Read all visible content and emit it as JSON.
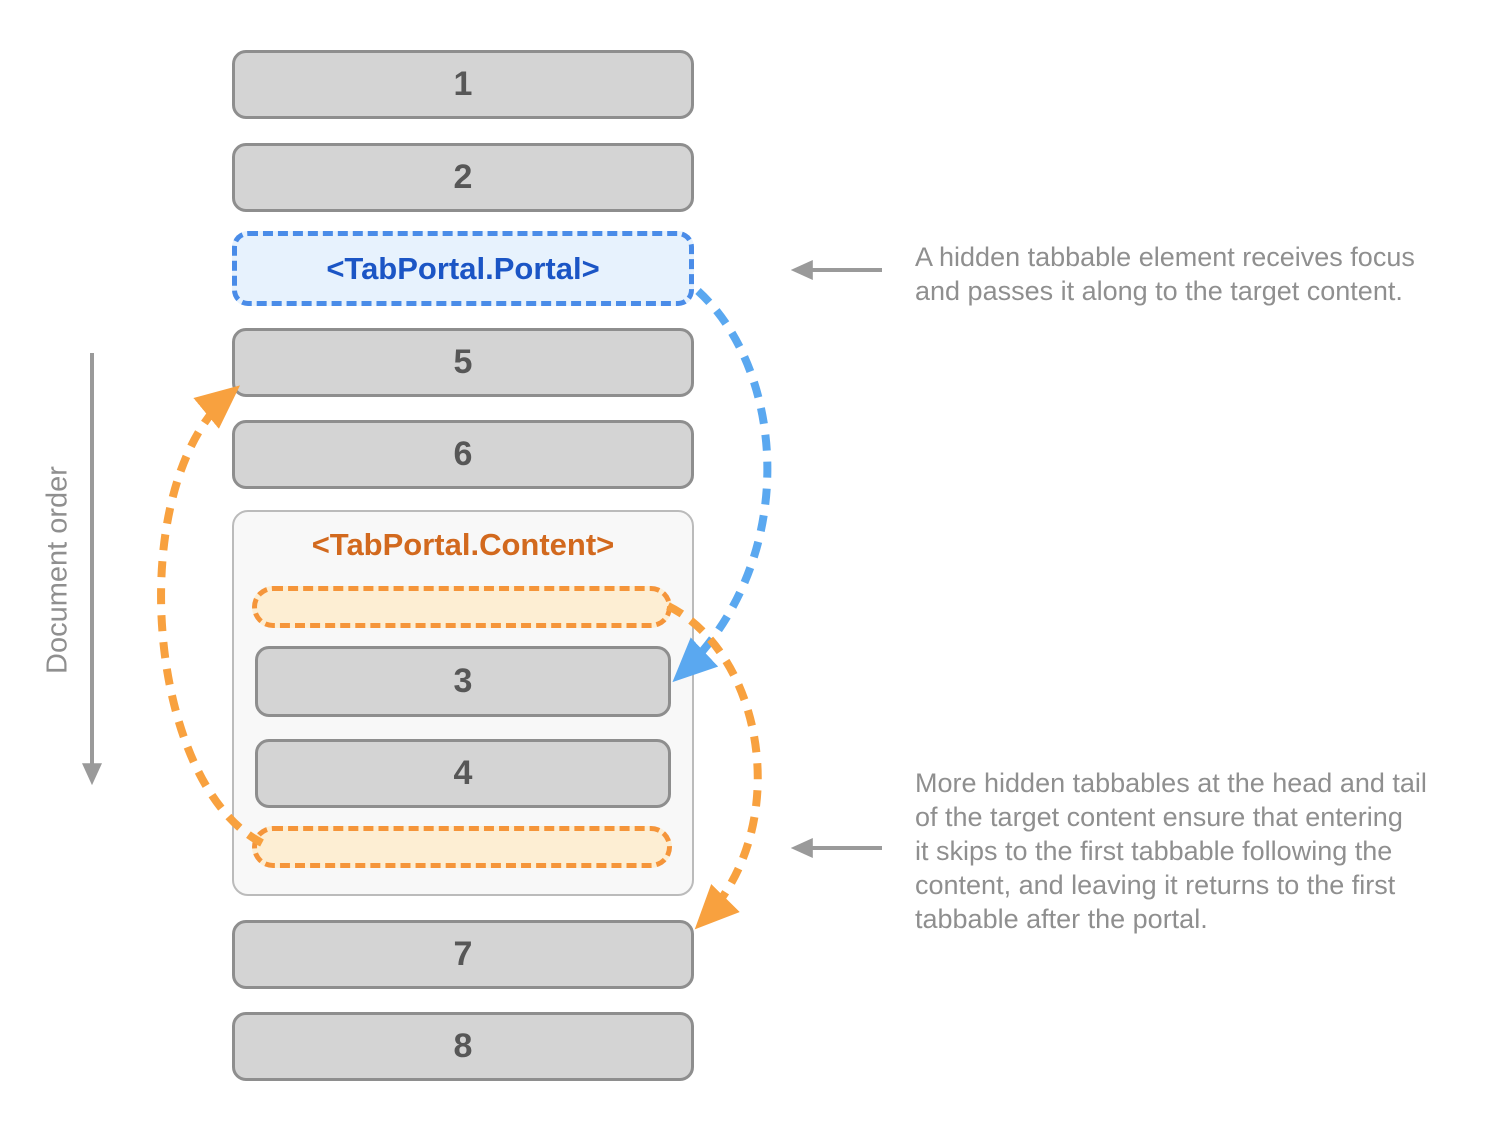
{
  "colors": {
    "box_fill": "#d4d4d4",
    "box_border": "#8e8e8e",
    "box_text": "#575757",
    "portal_fill": "#e7f2fd",
    "portal_border": "#4a8ce8",
    "portal_text": "#1b55c5",
    "container_fill": "#f8f8f8",
    "container_border": "#bbbbbb",
    "content_label": "#d2691e",
    "bar_fill": "#fdeed3",
    "bar_border": "#f5953a",
    "orange_arrow": "#f8a13f",
    "blue_arrow": "#5aa8f0",
    "gray_arrow": "#9a9a9a",
    "annotation_text": "#8f8f8f"
  },
  "document_order": {
    "label": "Document order"
  },
  "stack": {
    "box_1": "1",
    "box_2": "2",
    "portal_label": "<TabPortal.Portal>",
    "box_5": "5",
    "box_6": "6",
    "content_label": "<TabPortal.Content>",
    "box_3": "3",
    "box_4": "4",
    "box_7": "7",
    "box_8": "8"
  },
  "annotations": {
    "portal_note": {
      "lines": [
        "A hidden tabbable element receives focus",
        "and passes it along to the target content."
      ]
    },
    "content_note": {
      "lines": [
        "More hidden tabbables at the head and tail",
        "of the target content ensure that entering",
        "it skips to the first tabbable following the",
        "content, and leaving it returns to the first",
        "tabbable after the portal."
      ]
    }
  }
}
